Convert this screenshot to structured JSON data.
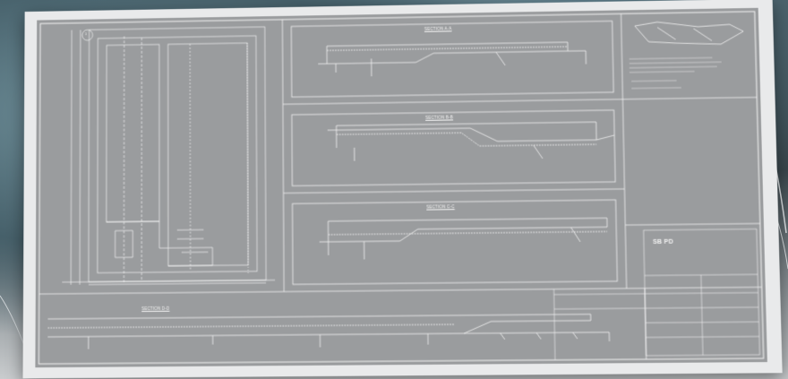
{
  "scene": {
    "description_type": "photo of a printed engineering drawing sheet",
    "colors": {
      "sheet_border": "#e9eaeb",
      "drawing_background": "#9a9c9e",
      "linework": "#f3f3f3",
      "backdrop_dark": "#2f3338"
    }
  },
  "drawing": {
    "north_marker": "1",
    "sections": [
      {
        "title": "SECTION A-A"
      },
      {
        "title": "SECTION B-B"
      },
      {
        "title": "SECTION C-C"
      },
      {
        "title": "SECTION D-D"
      }
    ],
    "title_block": {
      "logo_text": "SB PD"
    }
  }
}
